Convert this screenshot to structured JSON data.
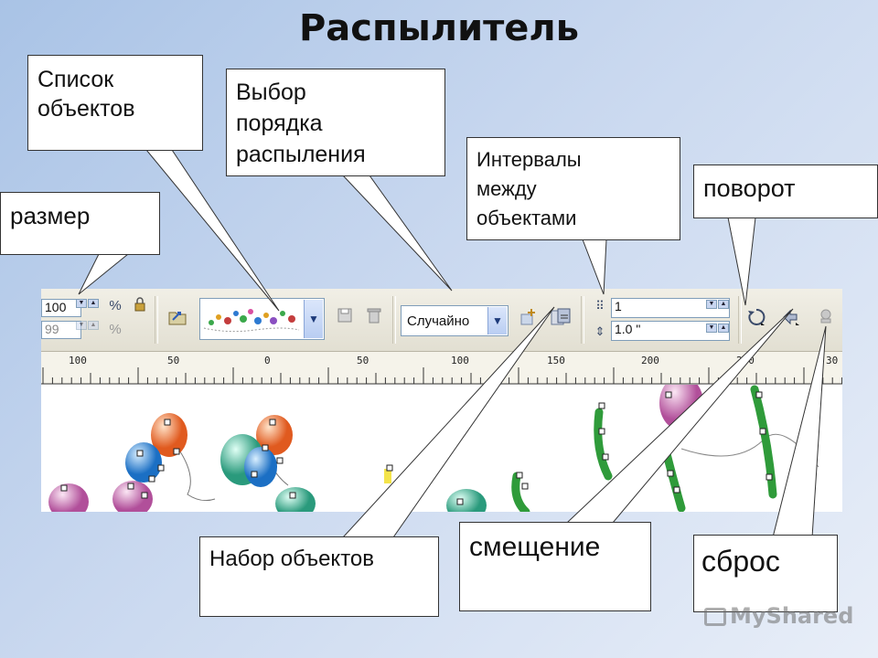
{
  "slide": {
    "title": "Распылитель"
  },
  "callouts": {
    "objects_list": "Список\nобъектов",
    "spray_order": "Выбор\nпорядка\nраспыления",
    "size": "размер",
    "spacing": "Интервалы\nмежду\nобъектами",
    "rotation": "поворот",
    "object_set": "Набор объектов",
    "offset": "смещение",
    "reset": "сброс"
  },
  "toolbar": {
    "size_value": "100",
    "size_value_2": "99",
    "percent_symbol": "%",
    "spray_order_value": "Случайно",
    "spacing_count": "1",
    "spacing_distance": "1.0 \""
  },
  "ruler": {
    "labels": [
      "100",
      "50",
      "0",
      "50",
      "100",
      "150",
      "200",
      "250",
      "30"
    ]
  },
  "icons": {
    "lock": "lock-icon",
    "save": "save-icon",
    "delete": "trash-icon",
    "add_to_list": "add-to-list-icon",
    "object_set": "object-set-icon",
    "rotation": "rotation-icon",
    "offset": "offset-icon",
    "reset": "reset-icon"
  },
  "watermark": "MyShared"
}
